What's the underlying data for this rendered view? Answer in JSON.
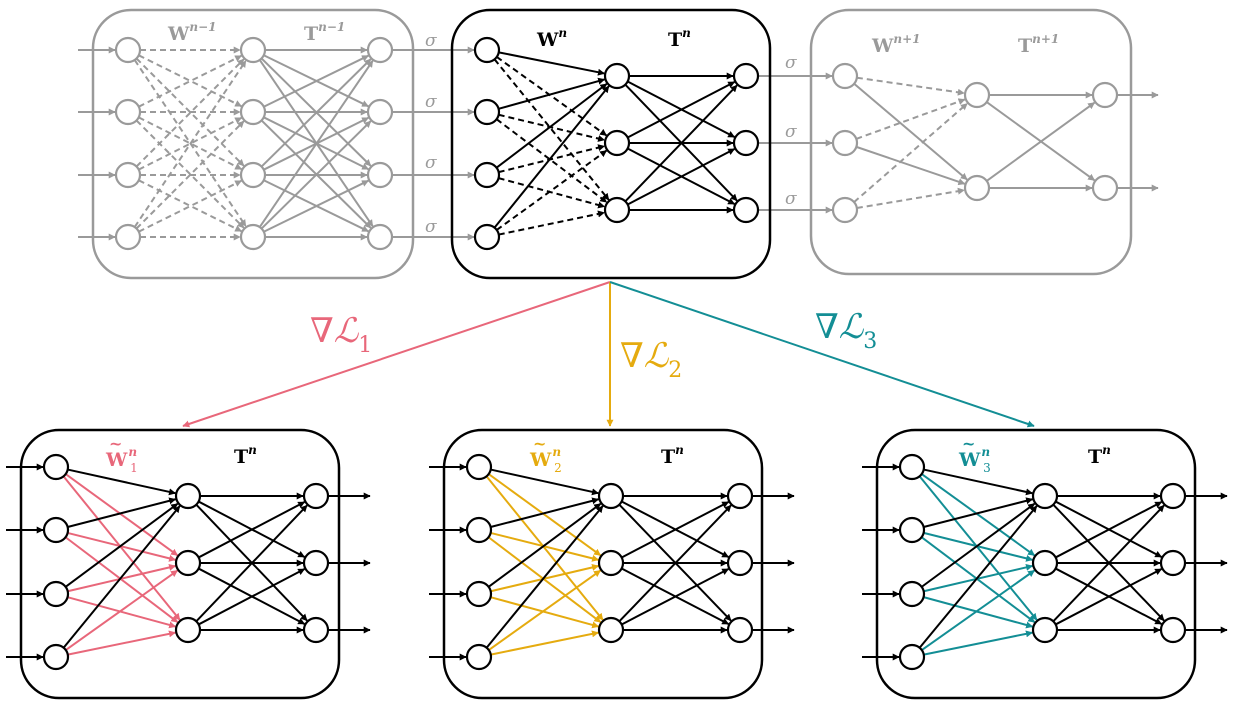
{
  "colors": {
    "gray": "#9a9a9a",
    "black": "#000000",
    "pink": "#e8677a",
    "gold": "#e5ab0f",
    "teal": "#138e95"
  },
  "activation_label": "σ",
  "top_row": {
    "prev_block": {
      "w_base": "W",
      "w_sup": "n−1",
      "t_base": "T",
      "t_sup": "n−1",
      "in_nodes": 4,
      "mid_nodes": 4,
      "out_nodes": 4
    },
    "current_block": {
      "w_base": "W",
      "w_sup": "n",
      "t_base": "T",
      "t_sup": "n",
      "in_nodes": 4,
      "mid_nodes": 3,
      "out_nodes": 3
    },
    "next_block": {
      "w_base": "W",
      "w_sup": "n+1",
      "t_base": "T",
      "t_sup": "n+1",
      "in_nodes": 3,
      "mid_nodes": 2,
      "out_nodes": 2
    }
  },
  "gradients": [
    {
      "base": "∇",
      "script": "ℒ",
      "sub": "1",
      "color_key": "pink"
    },
    {
      "base": "∇",
      "script": "ℒ",
      "sub": "2",
      "color_key": "gold"
    },
    {
      "base": "∇",
      "script": "ℒ",
      "sub": "3",
      "color_key": "teal"
    }
  ],
  "bottom_row": [
    {
      "w_base": "W",
      "w_tilde": "~",
      "w_sup": "n",
      "w_sub": "1",
      "t_base": "T",
      "t_sup": "n",
      "color_key": "pink"
    },
    {
      "w_base": "W",
      "w_tilde": "~",
      "w_sup": "n",
      "w_sub": "2",
      "t_base": "T",
      "t_sup": "n",
      "color_key": "gold"
    },
    {
      "w_base": "W",
      "w_tilde": "~",
      "w_sup": "n",
      "w_sub": "3",
      "t_base": "T",
      "t_sup": "n",
      "color_key": "teal"
    }
  ]
}
